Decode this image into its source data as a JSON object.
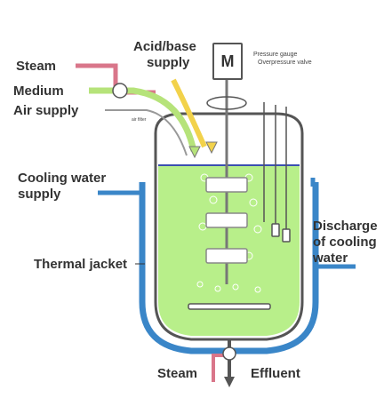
{
  "labels": {
    "acid_base_line1": "Acid/base",
    "acid_base_line2": "supply",
    "steam_top": "Steam",
    "medium": "Medium",
    "air_supply": "Air supply",
    "air_filter": "air filter",
    "motor": "M",
    "pressure_gauge": "Pressure gauge",
    "overpressure_valve": "Overpressure valve",
    "cooling_water_line1": "Cooling water",
    "cooling_water_line2": "supply",
    "discharge_line1": "Discharge",
    "discharge_line2": "of cooling",
    "discharge_line3": "water",
    "thermal_jacket": "Thermal jacket",
    "steam_bottom": "Steam",
    "effluent": "Effluent"
  },
  "colors": {
    "liquid": "#b8ef8a",
    "jacket": "#3a86c8",
    "steam_pipe": "#d9768a",
    "medium_pipe": "#b6e37a",
    "acid_pipe": "#f2d24b",
    "vessel_outline": "#555555"
  }
}
